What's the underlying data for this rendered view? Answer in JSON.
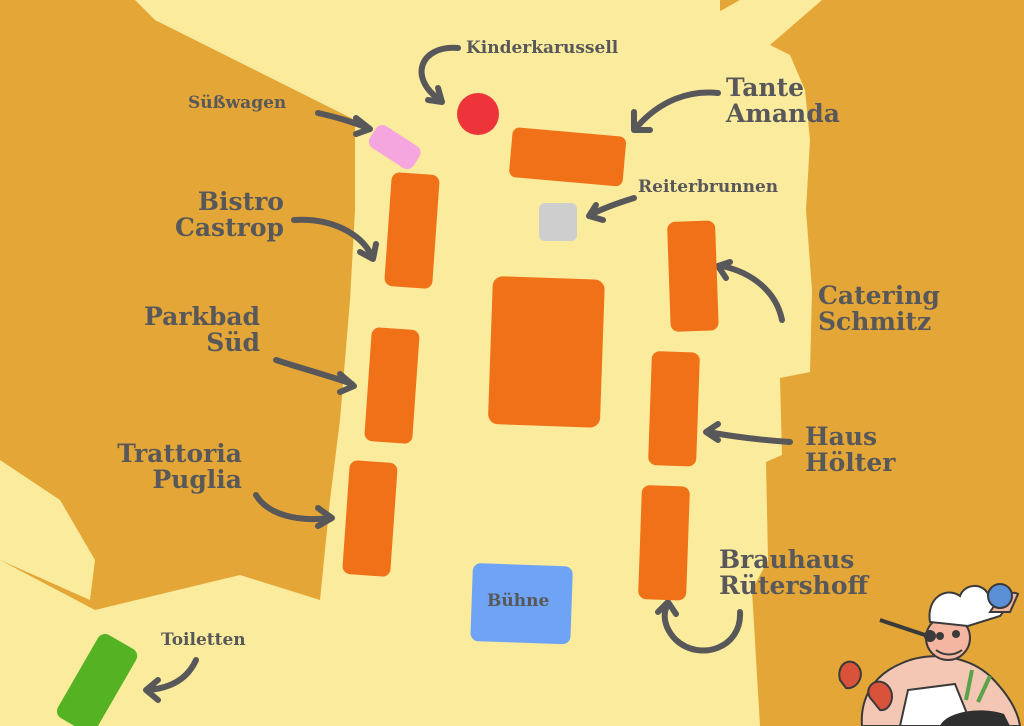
{
  "map": {
    "colors": {
      "background": "#E4A737",
      "plaza": "#FBEB9C",
      "stall": "#F07118",
      "carousel": "#EE343B",
      "sweet_cart": "#F6A6DE",
      "fountain": "#CECECE",
      "stage": "#6FA3F5",
      "toilets": "#55B222",
      "text": "#58585A"
    },
    "labels": {
      "kinderkarussell": "Kinderkarussell",
      "suesswagen": "Süßwagen",
      "tante_amanda_1": "Tante",
      "tante_amanda_2": "Amanda",
      "reiterbrunnen": "Reiterbrunnen",
      "bistro_castrop_1": "Bistro",
      "bistro_castrop_2": "Castrop",
      "parkbad_sued_1": "Parkbad",
      "parkbad_sued_2": "Süd",
      "trattoria_puglia_1": "Trattoria",
      "trattoria_puglia_2": "Puglia",
      "catering_schmitz_1": "Catering",
      "catering_schmitz_2": "Schmitz",
      "haus_hoelter_1": "Haus",
      "haus_hoelter_2": "Hölter",
      "brauhaus_ruetershoff_1": "Brauhaus",
      "brauhaus_ruetershoff_2": "Rütershoff",
      "buehne": "Bühne",
      "toiletten": "Toiletten"
    }
  }
}
